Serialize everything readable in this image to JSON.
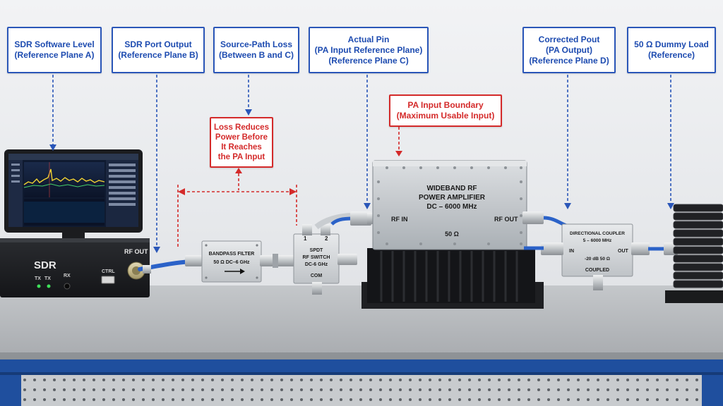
{
  "labels": {
    "ref_a": {
      "line1": "SDR Software Level",
      "line2": "(Reference Plane A)"
    },
    "ref_b": {
      "line1": "SDR Port Output",
      "line2": "(Reference Plane B)"
    },
    "loss_bc": {
      "line1": "Source-Path Loss",
      "line2": "(Between B and C)"
    },
    "ref_c": {
      "line1": "Actual Pin",
      "line2": "(PA Input Reference Plane)",
      "line3": "(Reference Plane C)"
    },
    "ref_d": {
      "line1": "Corrected Pout",
      "line2": "(PA Output)",
      "line3": "(Reference Plane D)"
    },
    "dummy": {
      "line1": "50 Ω Dummy Load",
      "line2": "(Reference)"
    },
    "loss_note": {
      "line1": "Loss Reduces",
      "line2": "Power Before",
      "line3": "It Reaches",
      "line4": "the PA Input"
    },
    "pa_boundary": {
      "line1": "PA Input Boundary",
      "line2": "(Maximum Usable Input)"
    }
  },
  "sdr": {
    "name": "SDR",
    "port": "RF OUT",
    "tx1": "TX",
    "tx2": "TX",
    "rx": "RX",
    "ctrl": "CTRL"
  },
  "filter": {
    "title": "BANDPASS FILTER",
    "spec": "50 Ω   DC–6 GHz"
  },
  "switch": {
    "line1": "SPDT",
    "line2": "RF SWITCH",
    "line3": "DC-6 GHz",
    "port1": "1",
    "port2": "2",
    "com": "COM"
  },
  "amplifier": {
    "line1": "WIDEBAND RF",
    "line2": "POWER AMPLIFIER",
    "line3": "DC – 6000 MHz",
    "impedance": "50 Ω",
    "rf_in": "RF IN",
    "rf_out": "RF OUT"
  },
  "coupler": {
    "line1": "DIRECTIONAL COUPLER",
    "line2": "5 – 6000 MHz",
    "line3": "-20 dB   50 Ω",
    "in": "IN",
    "out": "OUT",
    "coupled": "COUPLED"
  },
  "colors": {
    "blue_label": "#2a56b8",
    "red_label": "#d42a2a",
    "cable": "#2b62c8",
    "bench_top": "#b7babd",
    "frame": "#1f4f9e"
  }
}
